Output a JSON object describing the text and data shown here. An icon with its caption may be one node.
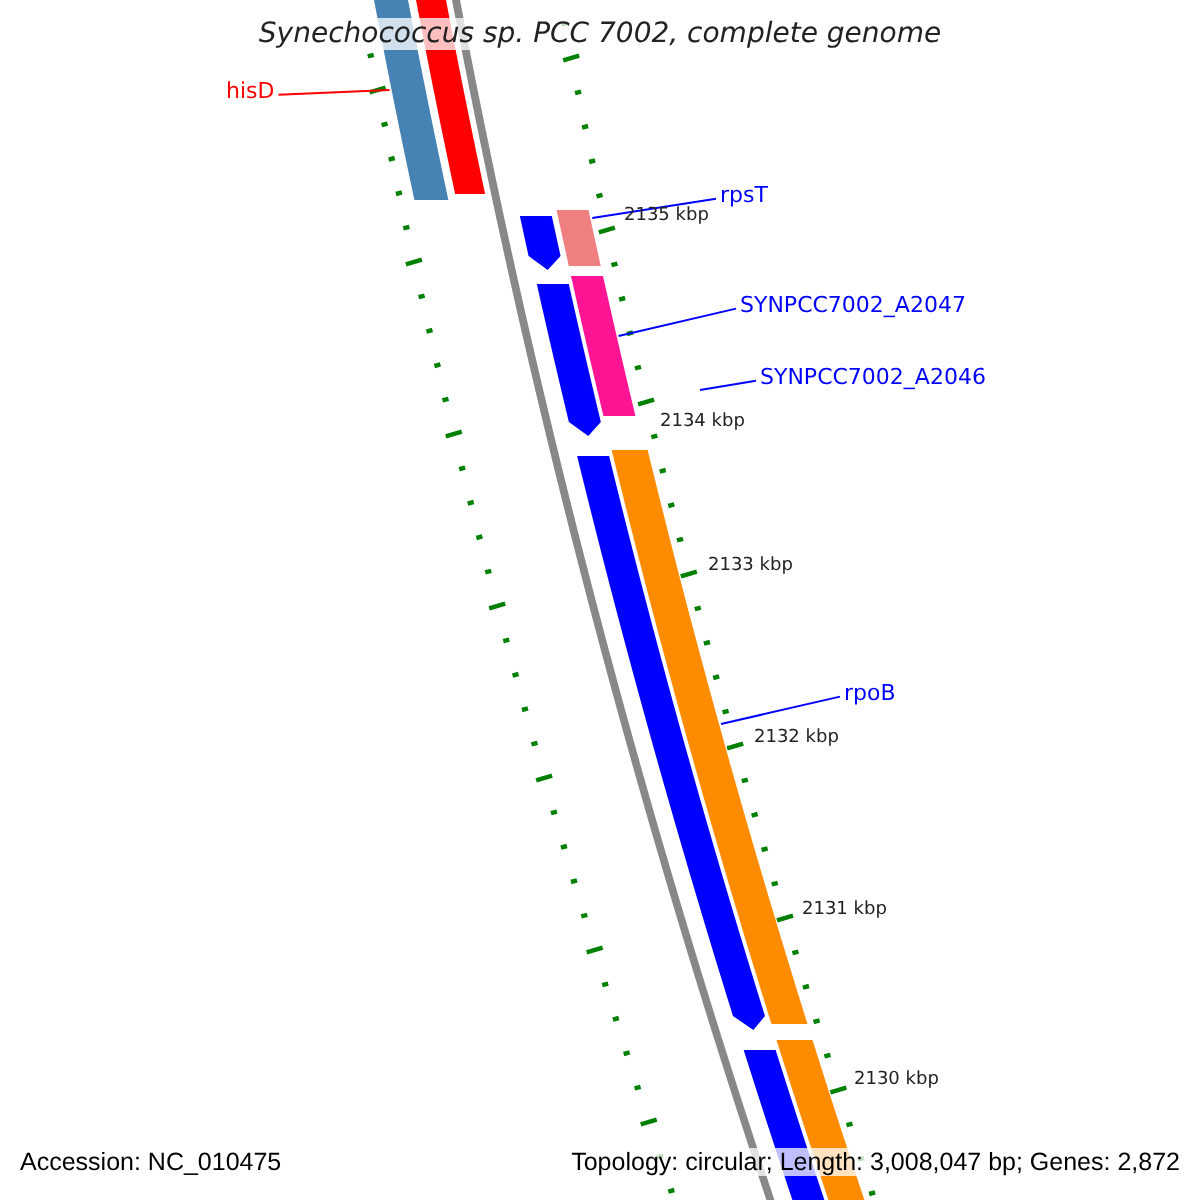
{
  "diagram": {
    "title": "Synechococcus sp. PCC 7002, complete genome",
    "nodes": [
      {
        "text": [
          "hisD"
        ]
      },
      {
        "text": [],
        "shape": "bar"
      },
      {
        "text": [],
        "shape": "bar"
      },
      {
        "text": [
          "rpsT"
        ]
      },
      {
        "text": [],
        "shape": "bar"
      },
      {
        "text": [],
        "shape": "bar"
      },
      {
        "text": [
          "SYNPCC7002_A2047"
        ]
      },
      {
        "text": [],
        "shape": "bar"
      },
      {
        "text": [],
        "shape": "bar"
      },
      {
        "text": [
          "SYNPCC7002_A2046"
        ]
      },
      {
        "text": [
          "rpoB"
        ]
      },
      {
        "text": [],
        "shape": "bar"
      },
      {
        "text": [],
        "shape": "bar"
      },
      {
        "text": [],
        "shape": "bar"
      },
      {
        "text": [],
        "shape": "bar"
      }
    ],
    "edges": [
      {
        "from": 0,
        "to": 1,
        "arrow": "none",
        "color": "#ff0000"
      },
      {
        "from": 3,
        "to": 5,
        "arrow": "none"
      },
      {
        "from": 6,
        "to": 8,
        "arrow": "none"
      },
      {
        "from": 9,
        "to": null,
        "arrow": "none"
      },
      {
        "from": 10,
        "to": 12,
        "arrow": "none"
      }
    ],
    "labels": [
      "2135 kbp",
      "2134 kbp",
      "2133 kbp",
      "2132 kbp",
      "2131 kbp",
      "2130 kbp",
      "Accession: NC_010475",
      "Topology: circular; Length: 3,008,047 bp; Genes: 2,872"
    ]
  }
}
